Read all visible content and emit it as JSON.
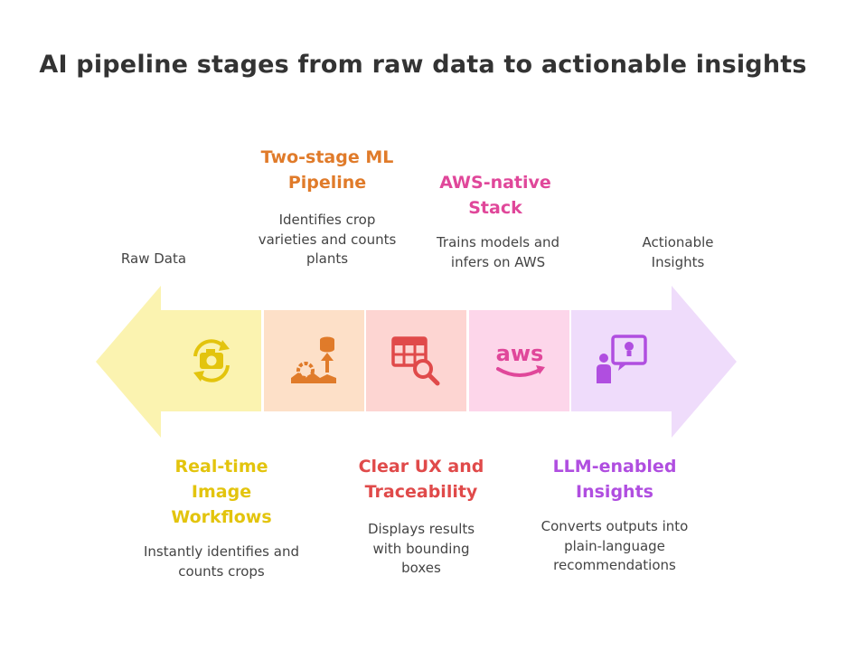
{
  "title": "AI pipeline stages from raw data to actionable insights",
  "start_label": "Raw Data",
  "end_label": "Actionable Insights",
  "stages": [
    {
      "heading": "Real-time Image Workflows",
      "description": "Instantly identifies and counts crops",
      "color": "#e3c40d",
      "fill": "#fbf3b0",
      "icon": "camera-refresh-icon"
    },
    {
      "heading": "Two-stage ML Pipeline",
      "description": "Identifies crop varieties and counts plants",
      "color": "#e07b2a",
      "fill": "#fde0c8",
      "icon": "factory-data-icon"
    },
    {
      "heading": "Clear UX and Traceability",
      "description": "Displays results with bounding boxes",
      "color": "#e04a4a",
      "fill": "#fdd5d2",
      "icon": "table-search-icon"
    },
    {
      "heading": "AWS-native Stack",
      "description": "Trains models and infers on AWS",
      "color": "#e0479a",
      "fill": "#fdd6ea",
      "icon": "aws-logo-icon"
    },
    {
      "heading": "LLM-enabled Insights",
      "description": "Converts outputs into plain-language recommendations",
      "color": "#b04ee0",
      "fill": "#efdcfb",
      "icon": "person-idea-icon"
    }
  ],
  "arrow_colors": {
    "left": "#fbf3b0",
    "right": "#efdcfb"
  }
}
